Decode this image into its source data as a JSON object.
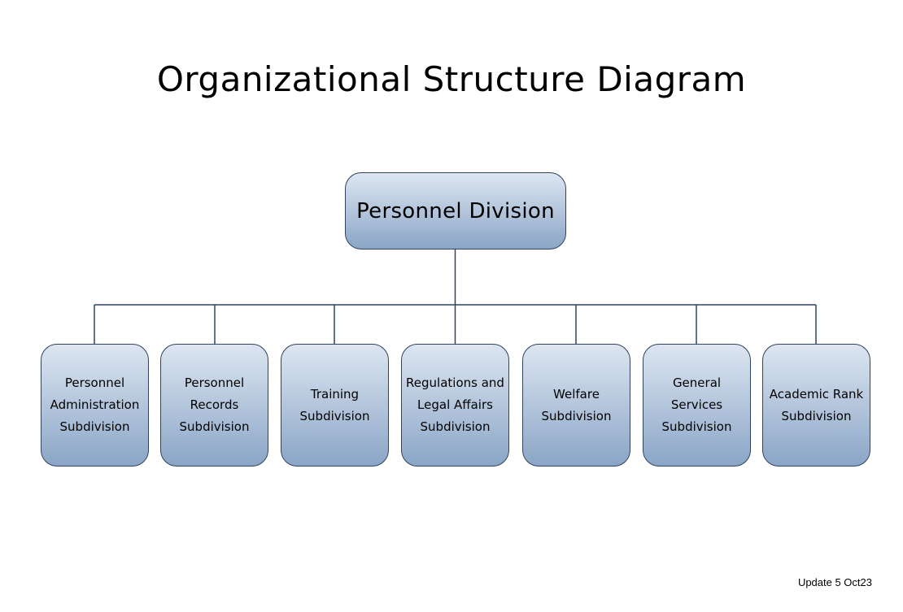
{
  "title": "Organizational Structure Diagram",
  "root": {
    "label": "Personnel Division"
  },
  "subdivisions": [
    {
      "label": "Personnel\nAdministration\nSubdivision"
    },
    {
      "label": "Personnel\nRecords\nSubdivision"
    },
    {
      "label": "Training\nSubdivision"
    },
    {
      "label": "Regulations and\nLegal Affairs\nSubdivision"
    },
    {
      "label": "Welfare\nSubdivision"
    },
    {
      "label": "General Services\nSubdivision"
    },
    {
      "label": "Academic Rank\nSubdivision"
    }
  ],
  "footer": {
    "update": "Update 5 Oct23"
  },
  "colors": {
    "box_top": "#dde6f1",
    "box_bottom": "#8aa5c6",
    "box_border": "#2f4460",
    "connector": "#2f4460"
  }
}
